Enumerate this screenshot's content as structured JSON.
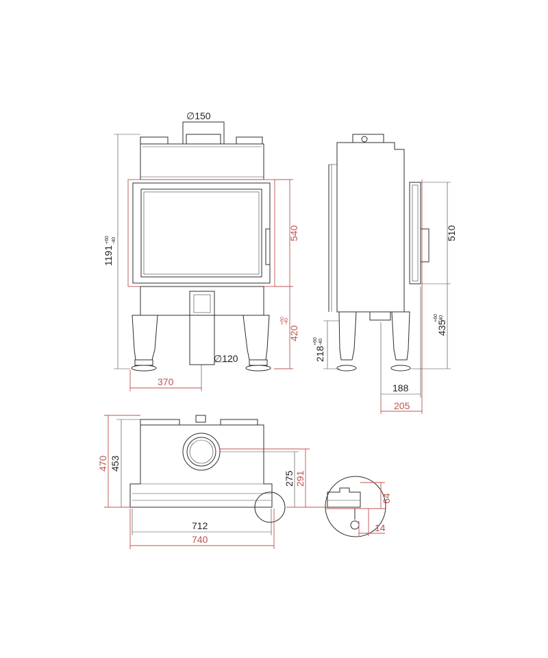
{
  "colors": {
    "outline": "#2b2b2b",
    "dimension_red": "#c0504d",
    "dimension_black": "#222222",
    "background": "#ffffff"
  },
  "dimensions": {
    "flue_outlet": "150",
    "air_inlet": "120",
    "total_height": "1191",
    "total_height_tol_plus": "+60",
    "total_height_tol_minus": "-40",
    "door_height": "540",
    "base_height_front": "420",
    "base_height_front_tol_plus": "+60",
    "base_height_front_tol_minus": "-40",
    "inlet_offset": "370",
    "side_leg_height": "218",
    "side_leg_tol_plus": "+60",
    "side_leg_tol_minus": "-40",
    "side_door_height": "510",
    "side_base_height": "435",
    "side_base_tol_plus": "+60",
    "side_base_tol_minus": "-40",
    "side_depth_inner": "188",
    "side_depth_outer": "205",
    "top_depth_outer": "470",
    "top_depth_inner": "453",
    "flue_center_offset": "275",
    "flue_center_offset_red": "291",
    "top_width_inner": "712",
    "top_width_outer": "740",
    "detail_height": "64",
    "detail_width": "14"
  },
  "symbols": {
    "diameter": "∅"
  }
}
